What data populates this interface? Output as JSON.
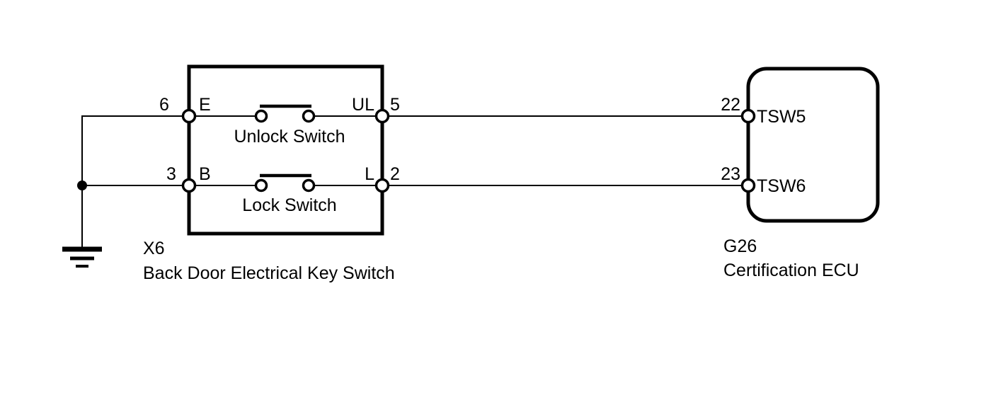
{
  "diagram": {
    "title": "Back Door Electrical Key Switch to Certification ECU wiring diagram",
    "background_color": "#ffffff",
    "line_color": "#000000"
  },
  "components": [
    {
      "id": "X6",
      "code": "X6",
      "name": "Back Door Electrical Key Switch",
      "shape": "rectangle",
      "terminals": [
        {
          "pin": "6",
          "signal": "E",
          "side": "left",
          "row": "top"
        },
        {
          "pin": "3",
          "signal": "B",
          "side": "left",
          "row": "bottom"
        },
        {
          "pin": "5",
          "signal": "UL",
          "side": "right",
          "row": "top"
        },
        {
          "pin": "2",
          "signal": "L",
          "side": "right",
          "row": "bottom"
        }
      ],
      "switches": [
        {
          "label": "Unlock Switch",
          "state": "open",
          "row": "top"
        },
        {
          "label": "Lock Switch",
          "state": "open",
          "row": "bottom"
        }
      ]
    },
    {
      "id": "G26",
      "code": "G26",
      "name": "Certification ECU",
      "shape": "rounded-rectangle",
      "terminals": [
        {
          "pin": "22",
          "signal": "TSW5",
          "side": "left",
          "row": "top"
        },
        {
          "pin": "23",
          "signal": "TSW6",
          "side": "left",
          "row": "bottom"
        }
      ]
    }
  ],
  "ground": {
    "symbol": "earth-ground",
    "connected_pins": [
      "6",
      "3"
    ]
  },
  "connections": [
    {
      "from": "X6.5 UL",
      "to": "G26.22 TSW5"
    },
    {
      "from": "X6.2 L",
      "to": "G26.23 TSW6"
    },
    {
      "from": "X6.6 E",
      "to": "ground"
    },
    {
      "from": "X6.3 B",
      "to": "ground"
    }
  ],
  "labels": {
    "pin_6": "6",
    "pin_3": "3",
    "pin_5": "5",
    "pin_2": "2",
    "pin_22": "22",
    "pin_23": "23",
    "sig_E": "E",
    "sig_B": "B",
    "sig_UL": "UL",
    "sig_L": "L",
    "sig_TSW5": "TSW5",
    "sig_TSW6": "TSW6",
    "unlock_switch": "Unlock Switch",
    "lock_switch": "Lock Switch",
    "switch_code": "X6",
    "switch_name": "Back Door Electrical Key Switch",
    "ecu_code": "G26",
    "ecu_name": "Certification ECU"
  }
}
